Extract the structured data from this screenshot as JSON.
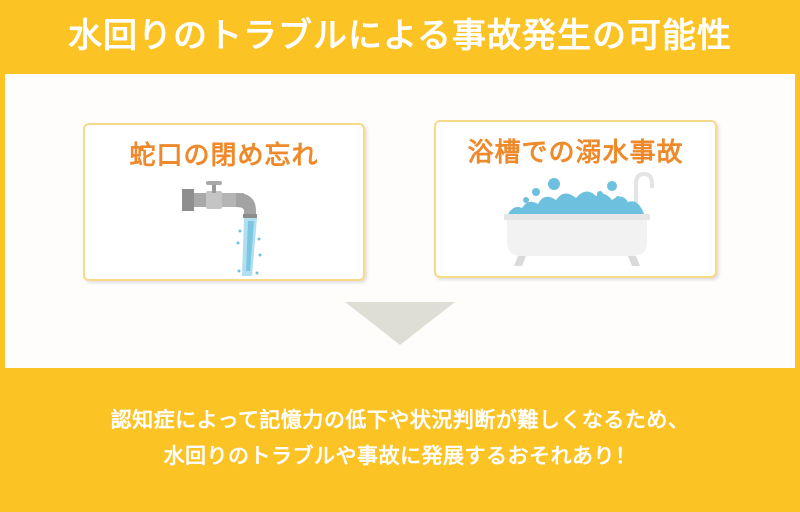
{
  "header": {
    "title": "水回りのトラブルによる事故発生の可能性"
  },
  "cards": [
    {
      "title": "蛇口の閉め忘れ",
      "icon": "faucet-icon"
    },
    {
      "title": "浴槽での溺水事故",
      "icon": "bathtub-icon"
    }
  ],
  "arrow": {
    "icon": "down-triangle-icon"
  },
  "message": {
    "line1": "認知症によって記憶力の低下や状況判断が難しくなるため、",
    "line2": "水回りのトラブルや事故に発展するおそれあり！"
  },
  "colors": {
    "background": "#FCC325",
    "panel": "#FEFDFB",
    "card_title": "#EE8A2B",
    "card_border": "#F7D98A",
    "arrow": "#DEDED4",
    "water": "#6EC1DE"
  }
}
